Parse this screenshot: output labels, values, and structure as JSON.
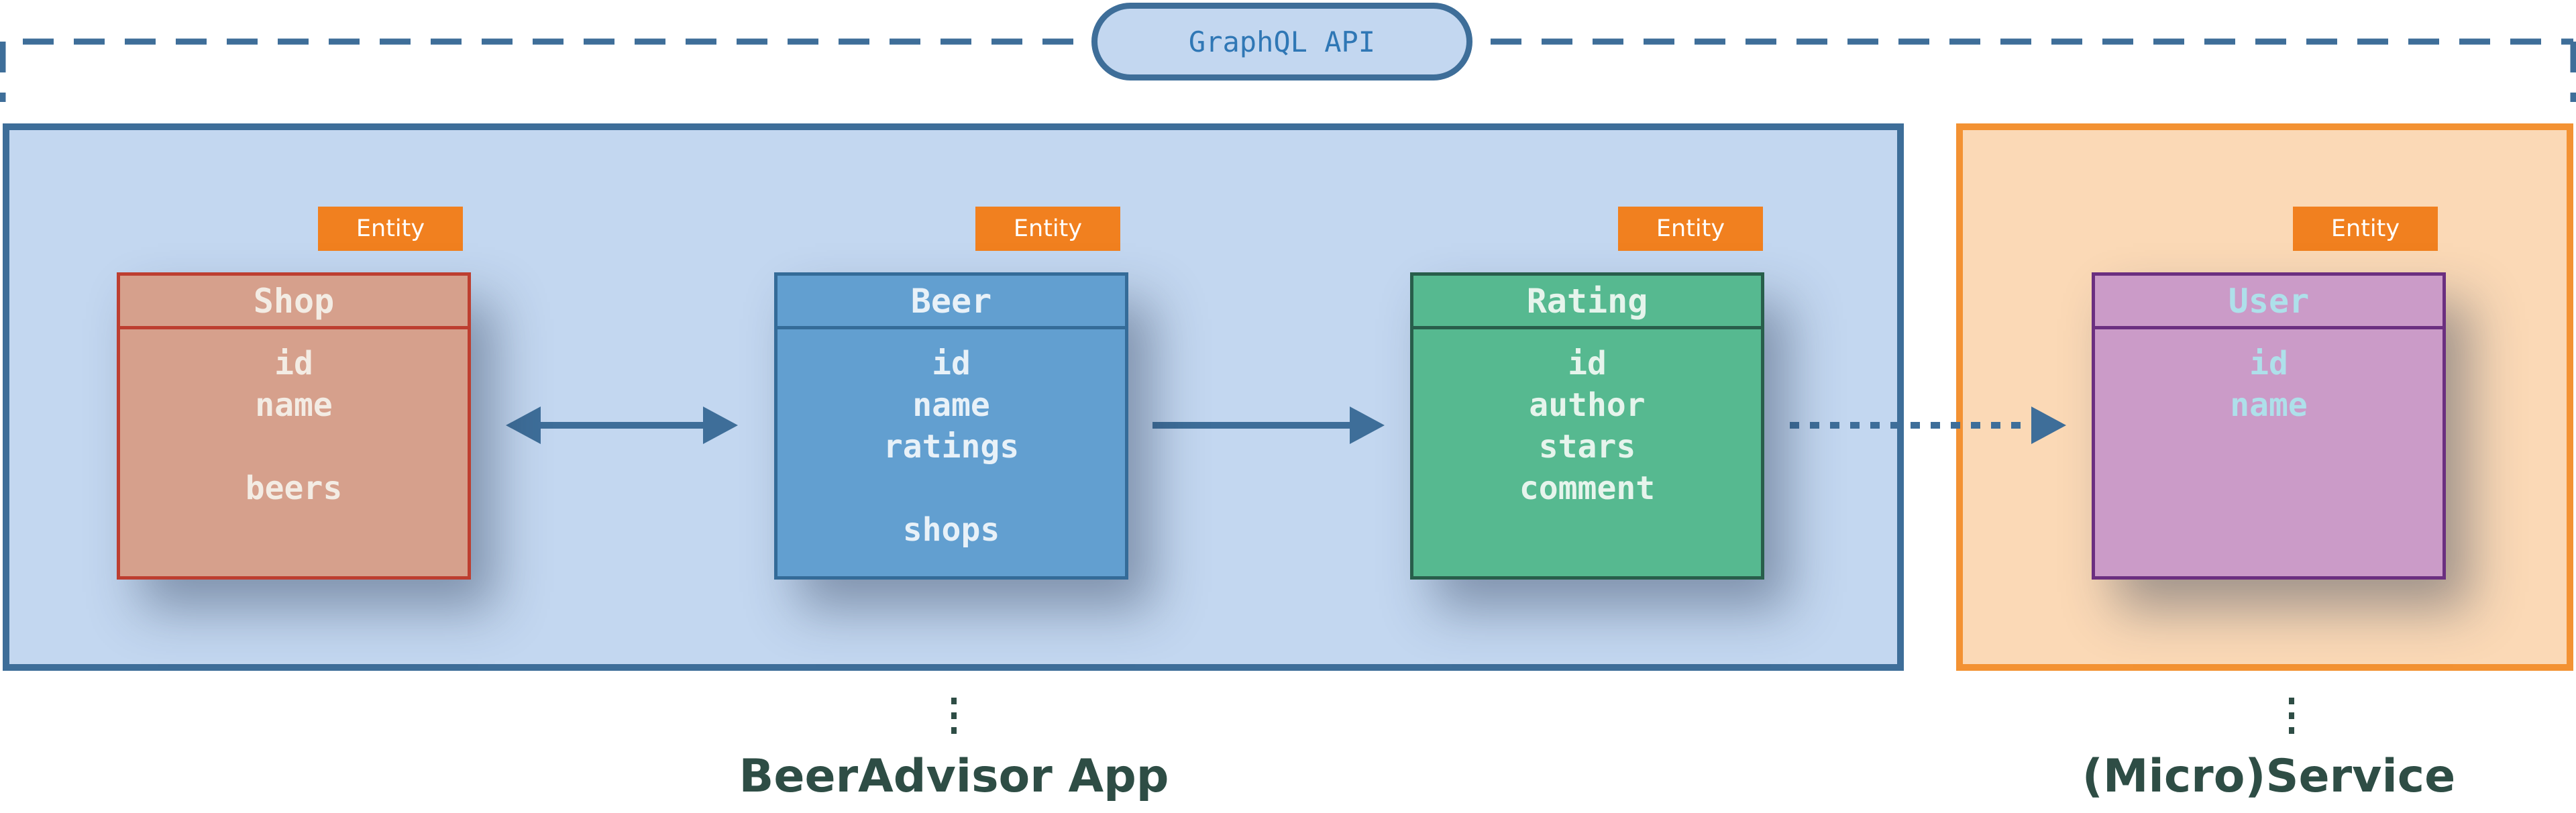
{
  "api": {
    "label": "GraphQL API"
  },
  "regions": {
    "app": {
      "caption": "BeerAdvisor App"
    },
    "service": {
      "caption": "(Micro)Service"
    }
  },
  "entities": [
    {
      "tag": "Entity",
      "title": "Shop",
      "fields": [
        "id",
        "name",
        "",
        "beers"
      ]
    },
    {
      "tag": "Entity",
      "title": "Beer",
      "fields": [
        "id",
        "name",
        "ratings",
        "",
        "shops"
      ]
    },
    {
      "tag": "Entity",
      "title": "Rating",
      "fields": [
        "id",
        "author",
        "stars",
        "comment"
      ]
    },
    {
      "tag": "Entity",
      "title": "User",
      "fields": [
        "id",
        "name"
      ]
    }
  ],
  "colors": {
    "app_fill": "#c3d7f0",
    "app_border": "#3e6e99",
    "service_fill": "#fbd9b6",
    "service_border": "#f39233",
    "tag_fill": "#f1801f",
    "shop": "#d6a08c",
    "beer": "#629fd0",
    "rating": "#56b990",
    "user": "#cb9bc8"
  }
}
